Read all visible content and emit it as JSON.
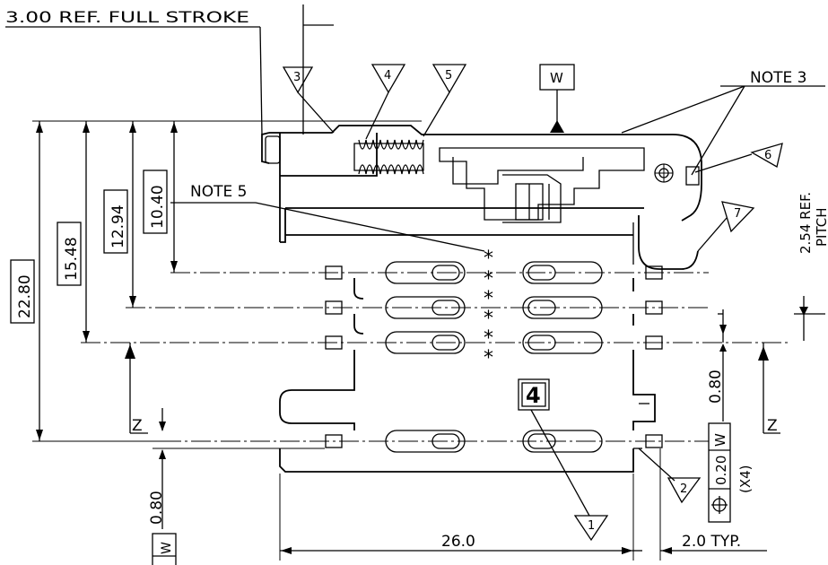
{
  "labels": {
    "full_stroke": "3.00 REF. FULL STROKE",
    "note3": "NOTE 3",
    "note5": "NOTE 5",
    "datum_w": "W",
    "datum_z": "Z",
    "pitch_ref": "2.54 REF.",
    "pitch_word": "PITCH",
    "dim_2280": "22.80",
    "dim_1548": "15.48",
    "dim_1294": "12.94",
    "dim_1040": "10.40",
    "dim_080": "0.80",
    "dim_260": "26.0",
    "dim_20typ": "2.0 TYP.",
    "fcf_tol": "0.20",
    "fcf_count": "(X4)",
    "pin1_glyph": "4"
  },
  "flags": [
    "1",
    "2",
    "3",
    "4",
    "5",
    "6",
    "7"
  ],
  "icons": {
    "position_symbol": "position-tolerance-icon",
    "datum_arrow": "filled-arrow-icon"
  }
}
